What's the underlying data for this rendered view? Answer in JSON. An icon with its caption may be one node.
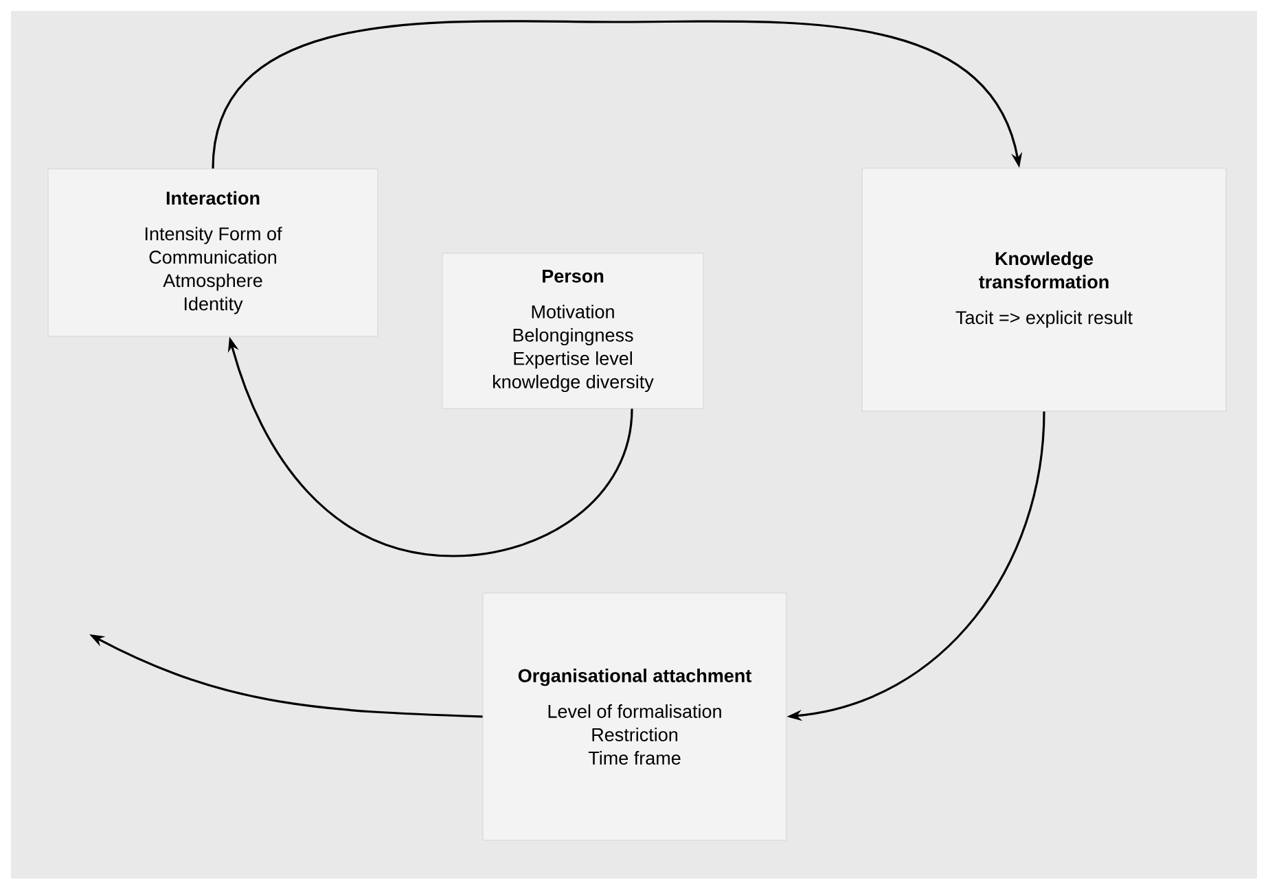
{
  "diagram": {
    "nodes": [
      {
        "text": [
          "Interaction",
          "Intensity Form of Communication",
          "Atmosphere",
          "Identity"
        ]
      },
      {
        "text": [
          "Person",
          "Motivation",
          "Belongingness",
          "Expertise level",
          "knowledge diversity"
        ]
      },
      {
        "text": [
          "Knowledge transformation",
          "Tacit => explicit result"
        ]
      },
      {
        "text": [
          "Organisational attachment",
          "Level of formalisation",
          "Restriction",
          "Time frame"
        ]
      }
    ],
    "edges": [
      {
        "from": 0,
        "to": 2,
        "arrow": "to"
      },
      {
        "from": 1,
        "to": 0,
        "arrow": "to"
      },
      {
        "from": 2,
        "to": 3,
        "arrow": "to"
      },
      {
        "from": 3,
        "to": null,
        "arrow": "to"
      }
    ]
  }
}
